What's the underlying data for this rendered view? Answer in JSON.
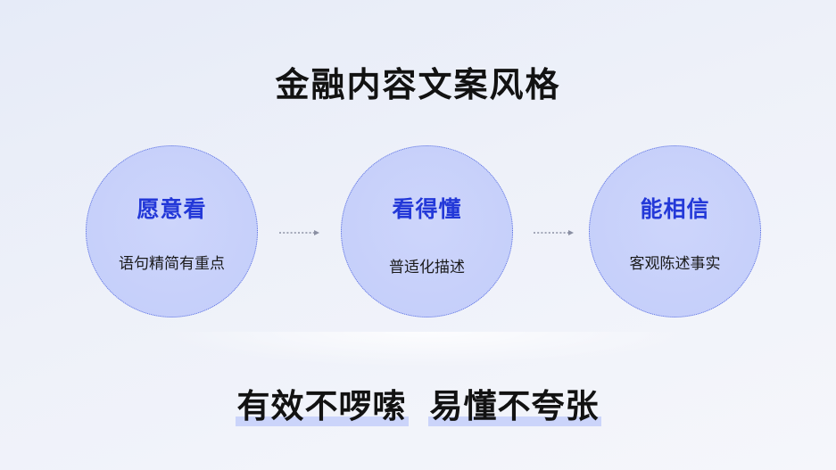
{
  "title": "金融内容文案风格",
  "steps": [
    {
      "heading": "愿意看",
      "description": "语句精简有重点"
    },
    {
      "heading": "看得懂",
      "description": "普适化描述"
    },
    {
      "heading": "能相信",
      "description": "客观陈述事实"
    }
  ],
  "taglines": [
    "有效不啰嗦",
    "易懂不夸张"
  ],
  "colors": {
    "accent": "#2338d8",
    "circle_fill": "#c8d1fb",
    "circle_border": "#5a6fe0",
    "arrow": "#8a8fa3",
    "highlight": "#becafa"
  }
}
